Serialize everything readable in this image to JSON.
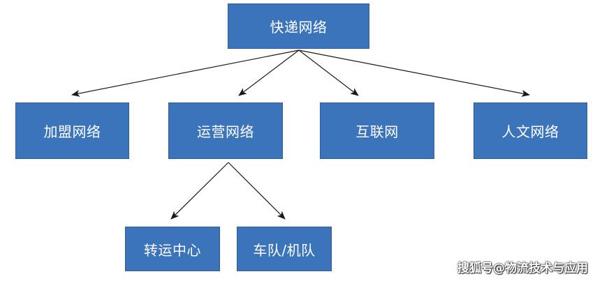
{
  "nodes": {
    "root": "快递网络",
    "join": "加盟网络",
    "ops": "运营网络",
    "inet": "互联网",
    "human": "人文网络",
    "hub": "转运中心",
    "fleet": "车队/机队"
  },
  "watermark": "搜狐号@物流技术与应用",
  "colors": {
    "node_fill": "#3b74bb",
    "node_border": "#2e5c96",
    "node_text": "#ffffff",
    "edge": "#1a1a1a"
  }
}
